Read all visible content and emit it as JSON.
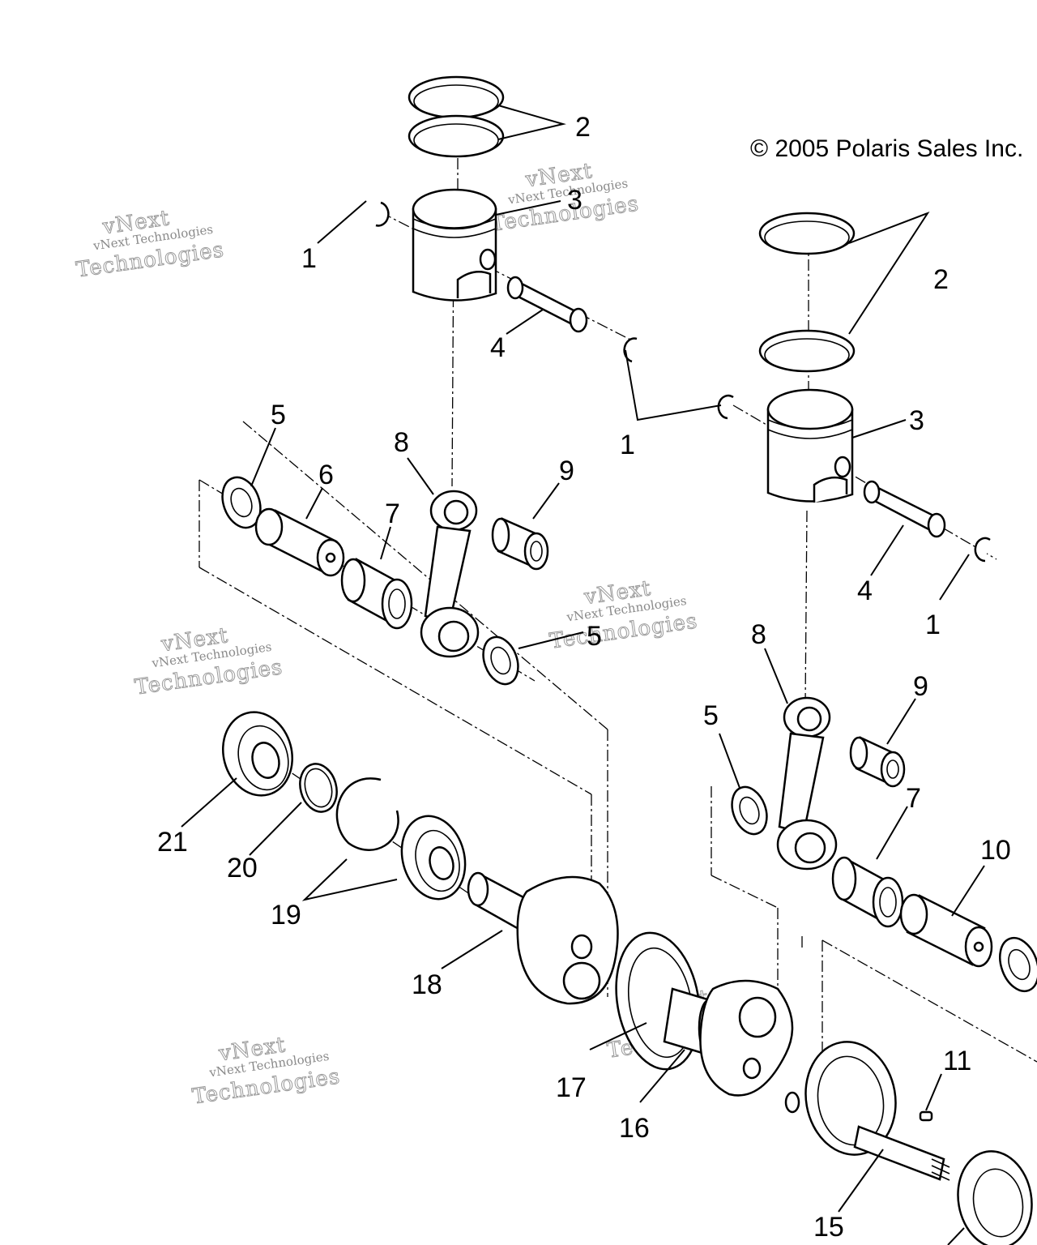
{
  "copyright": "© 2005 Polaris Sales Inc.",
  "watermark": {
    "line1": "vNext Technologies",
    "line2": "vNext",
    "line3": "Technologies"
  },
  "callouts": [
    {
      "id": "c-2a",
      "text": "2"
    },
    {
      "id": "c-3a",
      "text": "3"
    },
    {
      "id": "c-1a",
      "text": "1"
    },
    {
      "id": "c-4a",
      "text": "4"
    },
    {
      "id": "c-2b",
      "text": "2"
    },
    {
      "id": "c-1b",
      "text": "1"
    },
    {
      "id": "c-3b",
      "text": "3"
    },
    {
      "id": "c-5a",
      "text": "5"
    },
    {
      "id": "c-6",
      "text": "6"
    },
    {
      "id": "c-8a",
      "text": "8"
    },
    {
      "id": "c-9a",
      "text": "9"
    },
    {
      "id": "c-7a",
      "text": "7"
    },
    {
      "id": "c-4b",
      "text": "4"
    },
    {
      "id": "c-1c",
      "text": "1"
    },
    {
      "id": "c-5b",
      "text": "5"
    },
    {
      "id": "c-8b",
      "text": "8"
    },
    {
      "id": "c-9b",
      "text": "9"
    },
    {
      "id": "c-5c",
      "text": "5"
    },
    {
      "id": "c-7b",
      "text": "7"
    },
    {
      "id": "c-10",
      "text": "10"
    },
    {
      "id": "c-21",
      "text": "21"
    },
    {
      "id": "c-20",
      "text": "20"
    },
    {
      "id": "c-19",
      "text": "19"
    },
    {
      "id": "c-18",
      "text": "18"
    },
    {
      "id": "c-17",
      "text": "17"
    },
    {
      "id": "c-16",
      "text": "16"
    },
    {
      "id": "c-11",
      "text": "11"
    },
    {
      "id": "c-15",
      "text": "15"
    }
  ]
}
